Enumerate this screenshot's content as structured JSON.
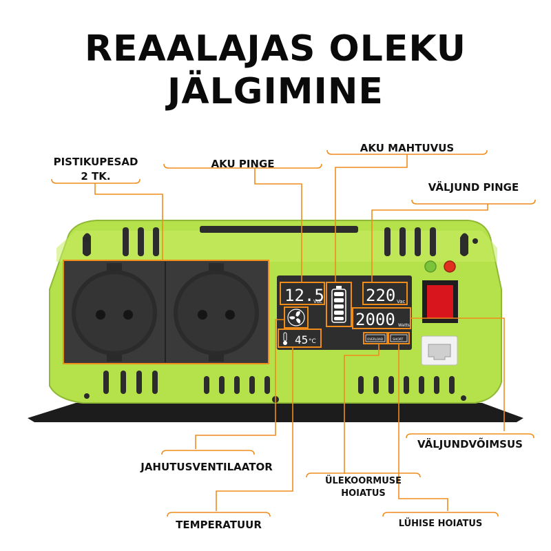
{
  "title": {
    "line1": "REAALAJAS OLEKU",
    "line2": "JÄLGIMINE"
  },
  "callouts": {
    "sockets_line1": "PISTIKUPESAD",
    "sockets_line2": "2 TK.",
    "battery_voltage": "AKU PINGE",
    "battery_capacity": "AKU MAHTUVUS",
    "output_voltage": "VÄLJUND PINGE",
    "output_power": "VÄLJUNDVÕIMSUS",
    "cooling_fan": "JAHUTUSVENTILAATOR",
    "overload_line1": "ÜLEKOORMUSE",
    "overload_line2": "HOIATUS",
    "temperature": "TEMPERATUUR",
    "short_circuit": "LÜHISE HOIATUS"
  },
  "display": {
    "battery_voltage_value": "12.5",
    "battery_voltage_unit": "Vdc",
    "output_voltage_value": "220",
    "output_voltage_unit": "Vac",
    "output_power_value": "2000",
    "output_power_unit": "Watts",
    "temperature_value": "45",
    "temperature_unit": "°C",
    "overload_label": "OVERLOAD",
    "short_label": "SHORT"
  },
  "colors": {
    "body_green": "#b5e14a",
    "callout_line": "#f08c1a",
    "panel_dark": "#2e2e2e",
    "led_green": "#7ac43c",
    "led_red": "#e0301e",
    "switch_red": "#d8141c"
  }
}
